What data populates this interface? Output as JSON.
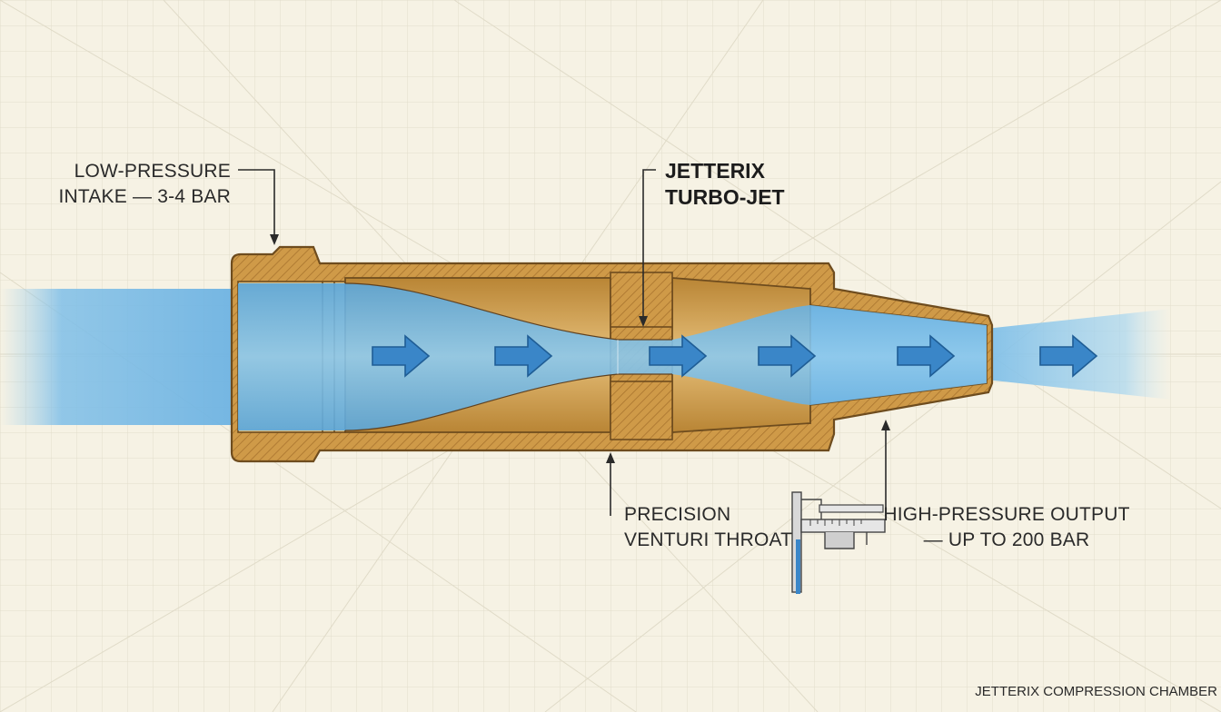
{
  "colors": {
    "paper": "#f6f2e4",
    "grid": "#ddd8c6",
    "brass": "#c9923e",
    "brass_light": "#e8c07a",
    "brass_dark": "#7a5424",
    "water": "#4a9ed8",
    "water_light": "#9fd0ee",
    "arrow": "#3a86c8",
    "ink": "#2a2a2a"
  },
  "labels": {
    "intake": {
      "line1": "LOW-PRESSURE",
      "line2": "INTAKE — 3-4 BAR"
    },
    "brand": {
      "line1": "JETTERIX",
      "line2": "TURBO-JET"
    },
    "throat": {
      "line1": "PRECISION",
      "line2": "VENTURI THROAT"
    },
    "output": {
      "line1": "HIGH-PRESSURE OUTPUT",
      "line2": "— UP TO 200 BAR"
    }
  },
  "footer": {
    "caption": "JETTERIX COMPRESSION CHAMBER"
  },
  "icons": {
    "flow_arrow": "flow-arrow-icon",
    "caliper": "caliper-icon"
  },
  "flow_arrow_count": 6
}
